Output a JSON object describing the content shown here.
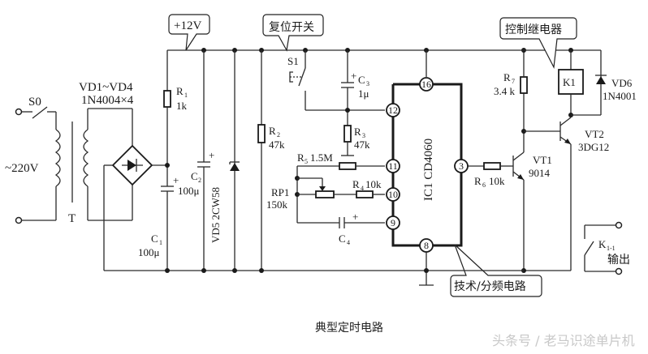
{
  "diagram": {
    "title": "典型定时电路",
    "watermark": "头条号 / 老马识途单片机",
    "callouts": {
      "supply": "+12V",
      "reset_switch": "复位开关",
      "relay_control": "控制继电器",
      "divider": "技术/分频电路"
    },
    "mains": {
      "switch": "S0",
      "voltage": "~220V",
      "transformer": "T"
    },
    "bridge": {
      "name": "VD1~VD4",
      "part": "1N4004×4"
    },
    "components": {
      "R1": {
        "name": "R",
        "sub": "1",
        "value": "1k"
      },
      "C1": {
        "name": "C",
        "sub": "1",
        "value": "100μ"
      },
      "C2": {
        "name": "C",
        "sub": "2",
        "value": "100μ"
      },
      "VD5": {
        "label": "VD5  2CW58"
      },
      "R2": {
        "name": "R",
        "sub": "2",
        "value": "47k"
      },
      "S1": {
        "name": "S1"
      },
      "C3": {
        "name": "C",
        "sub": "3",
        "value": "1μ"
      },
      "R3": {
        "name": "R",
        "sub": "3",
        "value": "47k"
      },
      "R5": {
        "name": "R",
        "sub": "5",
        "value": "1.5M"
      },
      "RP1": {
        "name": "RP1",
        "value": "150k"
      },
      "R4": {
        "name": "R",
        "sub": "4",
        "value": "10k"
      },
      "C4": {
        "name": "C",
        "sub": "4"
      },
      "IC1": {
        "label": "IC1  CD4060"
      },
      "R6": {
        "name": "R",
        "sub": "6",
        "value": "10k"
      },
      "VT1": {
        "name": "VT1",
        "part": "9014"
      },
      "R7": {
        "name": "R",
        "sub": "7",
        "value": "3.4 k"
      },
      "K1": {
        "name": "K1"
      },
      "VD6": {
        "name": "VD6",
        "part": "1N4001"
      },
      "VT2": {
        "name": "VT2",
        "part": "3DG12"
      },
      "K11": {
        "name": "K",
        "sub": "1-1",
        "output": "输出"
      }
    },
    "ic_pins": [
      "16",
      "12",
      "11",
      "10",
      "9",
      "8",
      "3"
    ],
    "plus_sign": "+"
  }
}
